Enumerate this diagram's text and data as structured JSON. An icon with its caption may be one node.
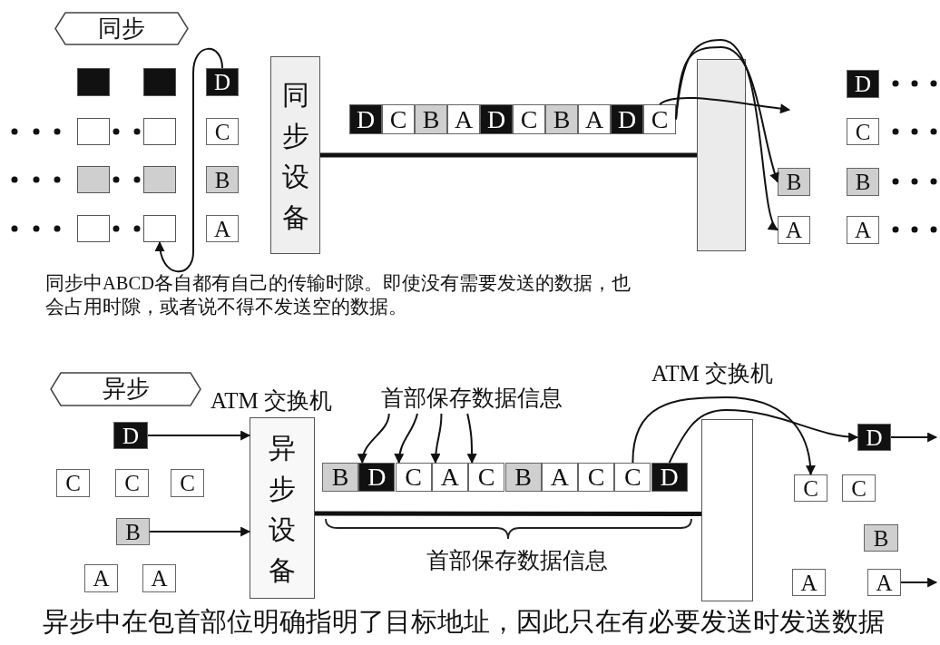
{
  "diagram": {
    "nodes": [
      {
        "text": [
          "同步"
        ]
      },
      {
        "text": [],
        "shape": "box"
      },
      {
        "text": [],
        "shape": "box"
      },
      {
        "text": [
          "D"
        ]
      },
      {
        "text": [],
        "shape": "box"
      },
      {
        "text": [],
        "shape": "box"
      },
      {
        "text": [
          "C"
        ]
      },
      {
        "text": [],
        "shape": "box"
      },
      {
        "text": [],
        "shape": "box"
      },
      {
        "text": [
          "B"
        ]
      },
      {
        "text": [],
        "shape": "box"
      },
      {
        "text": [],
        "shape": "box"
      },
      {
        "text": [
          "A"
        ]
      },
      {
        "text": [
          "同步设备"
        ]
      },
      {
        "text": [
          "D"
        ]
      },
      {
        "text": [
          "C"
        ]
      },
      {
        "text": [
          "B"
        ]
      },
      {
        "text": [
          "A"
        ]
      },
      {
        "text": [
          "D"
        ]
      },
      {
        "text": [
          "C"
        ]
      },
      {
        "text": [
          "B"
        ]
      },
      {
        "text": [
          "A"
        ]
      },
      {
        "text": [
          "D"
        ]
      },
      {
        "text": [
          "C"
        ]
      },
      {
        "text": [],
        "shape": "box"
      },
      {
        "text": [
          "B"
        ]
      },
      {
        "text": [
          "A"
        ]
      },
      {
        "text": [
          "D"
        ]
      },
      {
        "text": [
          "C"
        ]
      },
      {
        "text": [
          "B"
        ]
      },
      {
        "text": [
          "A"
        ]
      },
      {
        "text": [
          "异步"
        ]
      },
      {
        "text": [
          "D"
        ]
      },
      {
        "text": [
          "C"
        ]
      },
      {
        "text": [
          "C"
        ]
      },
      {
        "text": [
          "C"
        ]
      },
      {
        "text": [
          "B"
        ]
      },
      {
        "text": [
          "A"
        ]
      },
      {
        "text": [
          "A"
        ]
      },
      {
        "text": [
          "异步设备"
        ],
        "beside": [
          "ATM 交换机"
        ]
      },
      {
        "text": [
          "首部保存数据信息"
        ]
      },
      {
        "text": [
          "B"
        ]
      },
      {
        "text": [
          "D"
        ]
      },
      {
        "text": [
          "C"
        ]
      },
      {
        "text": [
          "A"
        ]
      },
      {
        "text": [
          "C"
        ]
      },
      {
        "text": [
          "B"
        ]
      },
      {
        "text": [
          "A"
        ]
      },
      {
        "text": [
          "C"
        ]
      },
      {
        "text": [
          "C"
        ]
      },
      {
        "text": [
          "D"
        ]
      },
      {
        "text": [],
        "shape": "box",
        "beside": [
          "ATM 交换机"
        ]
      },
      {
        "text": [
          "D"
        ]
      },
      {
        "text": [
          "C"
        ]
      },
      {
        "text": [
          "C"
        ]
      },
      {
        "text": [
          "B"
        ]
      },
      {
        "text": [
          "A"
        ]
      },
      {
        "text": [
          "A"
        ]
      }
    ],
    "edges": [
      {
        "from": 3,
        "to": 11,
        "arrow": "to"
      },
      {
        "from": 13,
        "to": 24,
        "arrow": "none",
        "style": "thick"
      },
      {
        "from": 23,
        "to": null,
        "arrow": "to"
      },
      {
        "from": 23,
        "to": 25,
        "arrow": "to"
      },
      {
        "from": 23,
        "to": 26,
        "arrow": "to"
      },
      {
        "from": 32,
        "to": 39,
        "arrow": "to"
      },
      {
        "from": 36,
        "to": 39,
        "arrow": "to"
      },
      {
        "from": 40,
        "to": 42,
        "arrow": "to"
      },
      {
        "from": 40,
        "to": 43,
        "arrow": "to"
      },
      {
        "from": 40,
        "to": 44,
        "arrow": "to"
      },
      {
        "from": 40,
        "to": 45,
        "arrow": "to"
      },
      {
        "from": 39,
        "to": 51,
        "arrow": "none",
        "style": "thick"
      },
      {
        "from": 50,
        "to": 52,
        "arrow": "to"
      },
      {
        "from": 49,
        "to": 53,
        "arrow": "to"
      },
      {
        "from": 52,
        "to": null,
        "arrow": "to"
      },
      {
        "from": 57,
        "to": null,
        "arrow": "to"
      }
    ],
    "labels": [
      "同步中ABCD各自都有自己的传输时隙。即使没有需要发送的数据，也会占用时隙，或者说不得不发送空的数据。",
      "首部保存数据信息",
      "异步中在包首部位明确指明了目标地址，因此只在有必要发送时发送数据"
    ]
  }
}
